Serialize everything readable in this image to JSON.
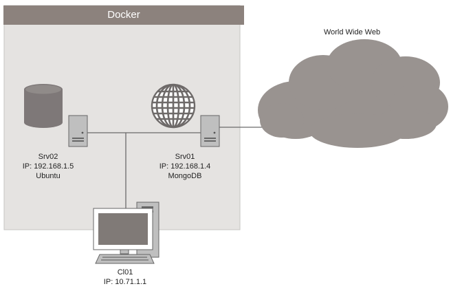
{
  "docker": {
    "title": "Docker"
  },
  "internet": {
    "label": "World Wide Web"
  },
  "nodes": {
    "srv02": {
      "name": "Srv02",
      "ip": "IP: 192.168.1.5",
      "role": "Ubuntu",
      "icon": "database-icon"
    },
    "srv01": {
      "name": "Srv01",
      "ip": "IP: 192.168.1.4",
      "role": "MongoDB",
      "icon": "globe-icon"
    },
    "cl01": {
      "name": "Cl01",
      "ip": "IP: 10.71.1.1",
      "icon": "desktop-computer-icon"
    }
  },
  "colors": {
    "container_bg": "#e5e3e1",
    "container_border": "#c6c4c2",
    "header_bg": "#8c827d",
    "cloud": "#999390",
    "line": "#6a6a6a",
    "server": "#bfbfbf"
  }
}
